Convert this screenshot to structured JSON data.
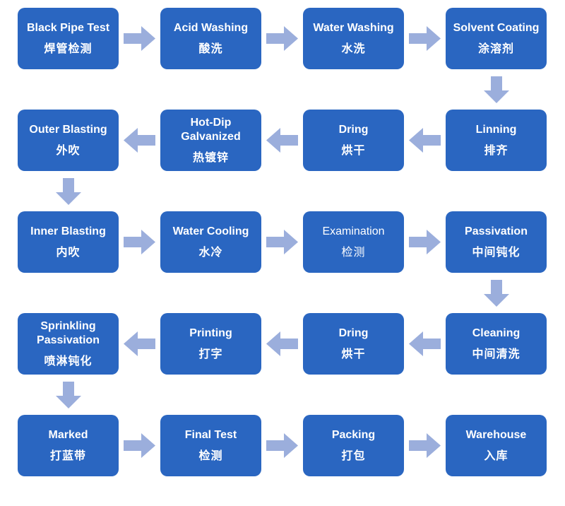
{
  "colors": {
    "box_fill": "#2A66C1",
    "arrow_fill": "#9BAEDC",
    "text": "#FFFFFF",
    "background": "#FFFFFF"
  },
  "flow": {
    "rows": [
      {
        "arrow_dir": "right",
        "connector_column": 3,
        "steps": [
          {
            "en": "Black Pipe Test",
            "zh": "焊管检测"
          },
          {
            "en": "Acid Washing",
            "zh": "酸洗"
          },
          {
            "en": "Water Washing",
            "zh": "水洗"
          },
          {
            "en": "Solvent Coating",
            "zh": "涂溶剂"
          }
        ]
      },
      {
        "arrow_dir": "left",
        "connector_column": 0,
        "steps": [
          {
            "en": "Outer Blasting",
            "zh": "外吹"
          },
          {
            "en": "Hot-Dip Galvanized",
            "zh": "热镀锌"
          },
          {
            "en": "Dring",
            "zh": "烘干"
          },
          {
            "en": "Linning",
            "zh": "排齐"
          }
        ]
      },
      {
        "arrow_dir": "right",
        "connector_column": 3,
        "steps": [
          {
            "en": "Inner Blasting",
            "zh": "内吹"
          },
          {
            "en": "Water Cooling",
            "zh": "水冷"
          },
          {
            "en": "Examination",
            "zh": "检测",
            "light": true
          },
          {
            "en": "Passivation",
            "zh": "中间钝化"
          }
        ]
      },
      {
        "arrow_dir": "left",
        "connector_column": 0,
        "steps": [
          {
            "en": "Sprinkling Passivation",
            "zh": "喷淋钝化"
          },
          {
            "en": "Printing",
            "zh": "打字"
          },
          {
            "en": "Dring",
            "zh": "烘干"
          },
          {
            "en": "Cleaning",
            "zh": "中间清洗"
          }
        ]
      },
      {
        "arrow_dir": "right",
        "connector_column": null,
        "steps": [
          {
            "en": "Marked",
            "zh": "打蓝带"
          },
          {
            "en": "Final Test",
            "zh": "检测"
          },
          {
            "en": "Packing",
            "zh": "打包"
          },
          {
            "en": "Warehouse",
            "zh": "入库"
          }
        ]
      }
    ]
  }
}
